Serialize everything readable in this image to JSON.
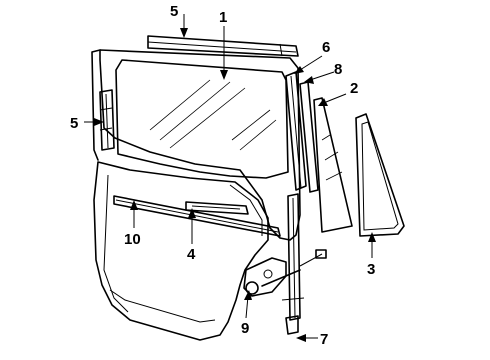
{
  "callouts": [
    {
      "id": "1",
      "text": "1"
    },
    {
      "id": "2",
      "text": "2"
    },
    {
      "id": "3",
      "text": "3"
    },
    {
      "id": "4",
      "text": "4"
    },
    {
      "id": "5a",
      "text": "5"
    },
    {
      "id": "5b",
      "text": "5"
    },
    {
      "id": "6",
      "text": "6"
    },
    {
      "id": "7",
      "text": "7"
    },
    {
      "id": "8",
      "text": "8"
    },
    {
      "id": "9",
      "text": "9"
    },
    {
      "id": "10",
      "text": "10"
    }
  ],
  "parts": [
    {
      "number": "1",
      "depicts": "door-glass"
    },
    {
      "number": "2",
      "depicts": "vent-glass"
    },
    {
      "number": "3",
      "depicts": "vent-glass-seal"
    },
    {
      "number": "4",
      "depicts": "belt-weatherstrip-inner"
    },
    {
      "number": "5",
      "depicts": "run-channel"
    },
    {
      "number": "6",
      "depicts": "division-channel"
    },
    {
      "number": "7",
      "depicts": "guide-channel"
    },
    {
      "number": "8",
      "depicts": "division-channel-seal"
    },
    {
      "number": "9",
      "depicts": "window-regulator"
    },
    {
      "number": "10",
      "depicts": "belt-weatherstrip-outer"
    }
  ]
}
